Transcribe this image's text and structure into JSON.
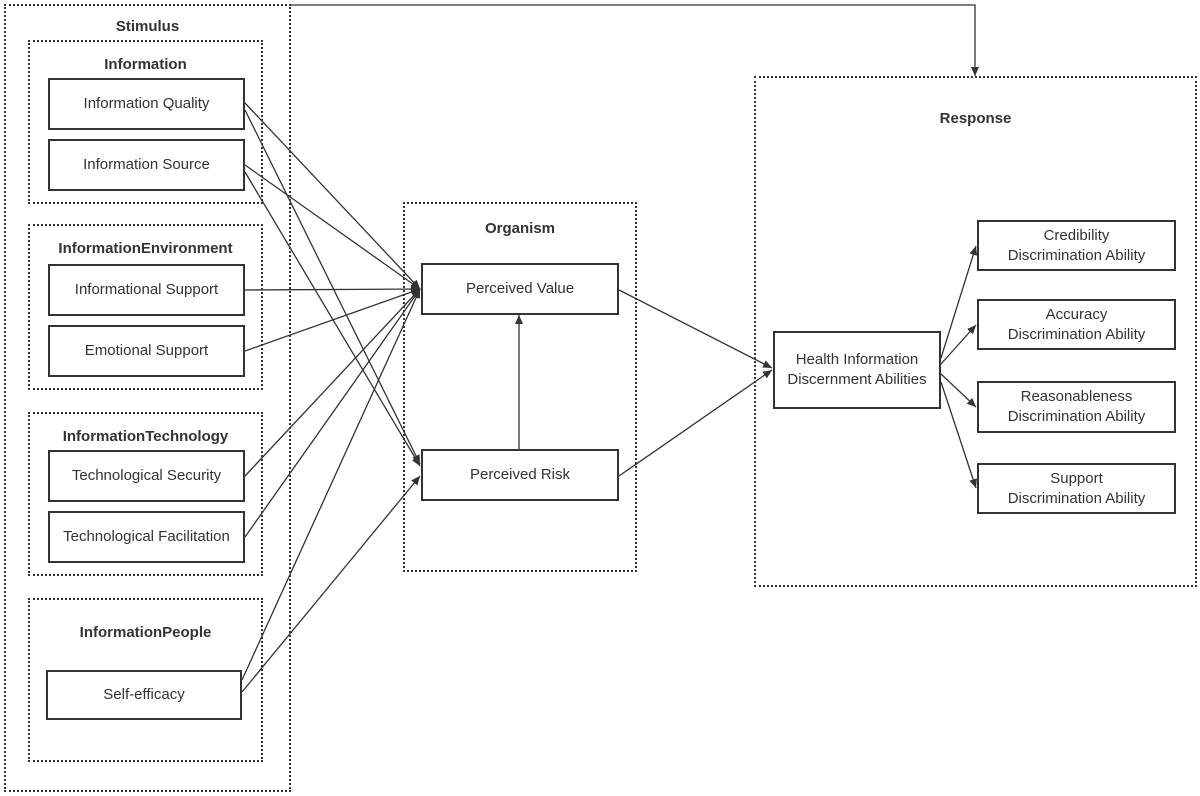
{
  "stimulus": {
    "title": "Stimulus",
    "information": {
      "title": "Information",
      "quality": "Information Quality",
      "source": "Information Source"
    },
    "environment": {
      "title": "InformationEnvironment",
      "informational_support": "Informational Support",
      "emotional_support": "Emotional Support"
    },
    "technology": {
      "title": "InformationTechnology",
      "security": "Technological Security",
      "facilitation": "Technological Facilitation"
    },
    "people": {
      "title": "InformationPeople",
      "self_efficacy": "Self-efficacy"
    }
  },
  "organism": {
    "title": "Organism",
    "perceived_value": "Perceived Value",
    "perceived_risk": "Perceived Risk"
  },
  "response": {
    "title": "Response",
    "discernment": "Health Information\nDiscernment Abilities",
    "credibility": "Credibility\nDiscrimination Ability",
    "accuracy": "Accuracy\nDiscrimination Ability",
    "reasonableness": "Reasonableness\nDiscrimination Ability",
    "support": "Support\nDiscrimination Ability"
  },
  "colors": {
    "line": "#333333",
    "background": "#ffffff"
  }
}
